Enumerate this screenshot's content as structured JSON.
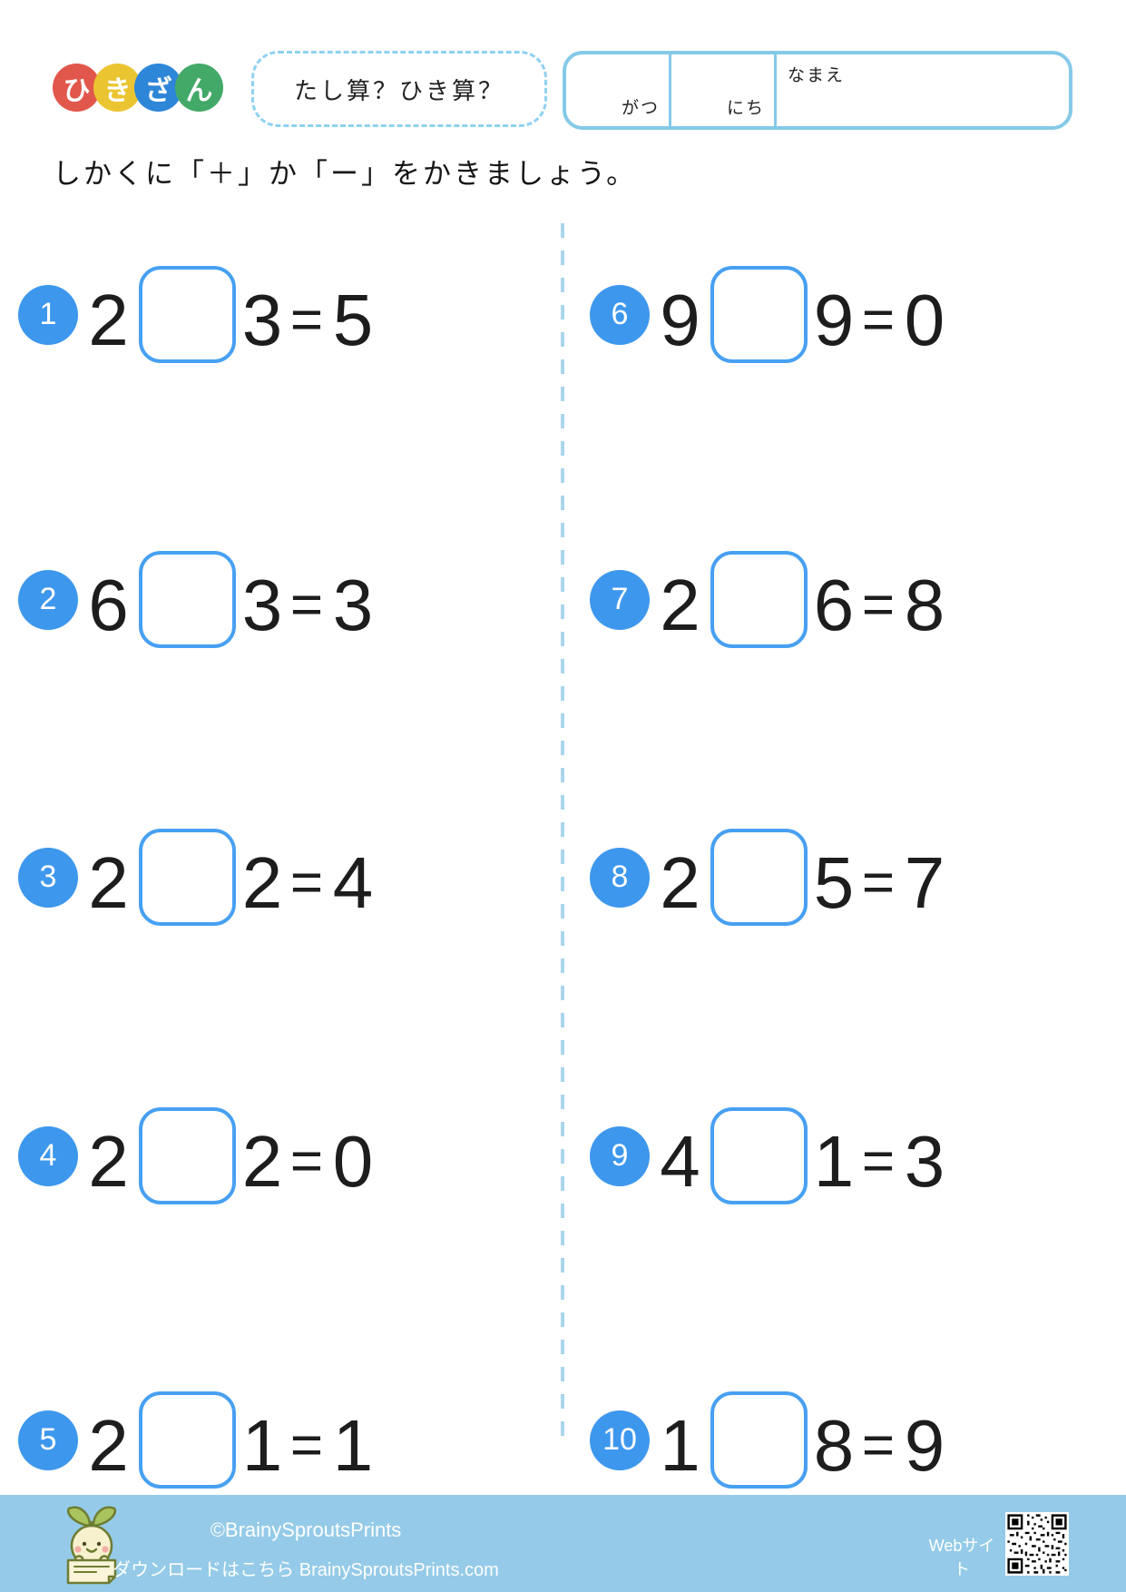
{
  "colors": {
    "badge_blue": "#3D97ED",
    "answer_box_border": "#47A0F2",
    "divider_blue": "#A8D6EC",
    "name_box_border": "#85C9E8",
    "subtitle_border": "#8ED1F2",
    "footer_background": "#95CBE8",
    "logo_red": "#E2574C",
    "logo_yellow": "#EBC431",
    "logo_blue": "#2E86D8",
    "logo_green": "#43A968"
  },
  "header": {
    "logo": [
      {
        "char": "ひ"
      },
      {
        "char": "き"
      },
      {
        "char": "ざ"
      },
      {
        "char": "ん"
      }
    ],
    "subtitle": "たし算？ひき算？",
    "date_name_box": {
      "month_label": "がつ",
      "day_label": "にち",
      "name_label": "なまえ"
    }
  },
  "instruction": "しかくに「＋」か「ー」をかきましょう。",
  "equals_sign": "=",
  "problems": [
    {
      "num": "1",
      "a": "2",
      "b": "3",
      "result": "5"
    },
    {
      "num": "2",
      "a": "6",
      "b": "3",
      "result": "3"
    },
    {
      "num": "3",
      "a": "2",
      "b": "2",
      "result": "4"
    },
    {
      "num": "4",
      "a": "2",
      "b": "2",
      "result": "0"
    },
    {
      "num": "5",
      "a": "2",
      "b": "1",
      "result": "1"
    },
    {
      "num": "6",
      "a": "9",
      "b": "9",
      "result": "0"
    },
    {
      "num": "7",
      "a": "2",
      "b": "6",
      "result": "8"
    },
    {
      "num": "8",
      "a": "2",
      "b": "5",
      "result": "7"
    },
    {
      "num": "9",
      "a": "4",
      "b": "1",
      "result": "3"
    },
    {
      "num": "10",
      "a": "1",
      "b": "8",
      "result": "9"
    }
  ],
  "footer": {
    "copyright": "©BrainySproutsPrints",
    "download_text": "ダウンロードはこちら BrainySproutsPrints.com",
    "website_label": "Webサイト",
    "mascot_icon": "sprout-mascot-icon",
    "qr_icon": "qr-code"
  }
}
